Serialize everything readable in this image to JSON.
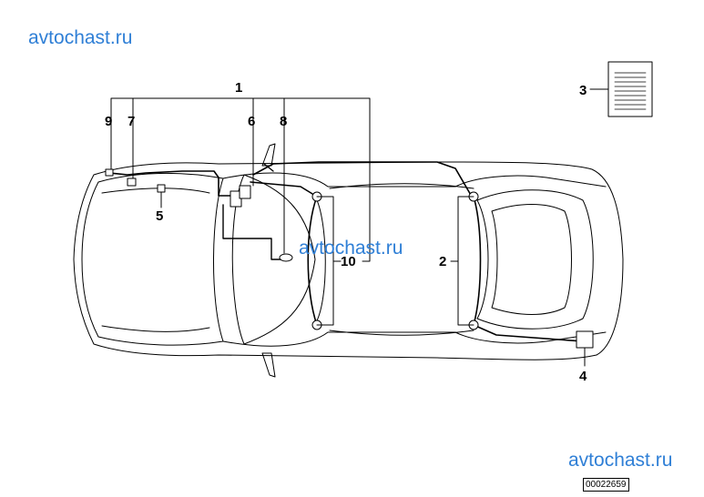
{
  "watermarks": [
    "avtochast.ru",
    "avtochast.ru",
    "avtochast.ru"
  ],
  "callouts": {
    "c1": "1",
    "c2": "2",
    "c3": "3",
    "c4": "4",
    "c5": "5",
    "c6": "6",
    "c7": "7",
    "c8": "8",
    "c9": "9",
    "c10": "10"
  },
  "part_number": "00022659",
  "colors": {
    "line": "#000000",
    "watermark": "#2f7fd6",
    "background": "#ffffff"
  }
}
